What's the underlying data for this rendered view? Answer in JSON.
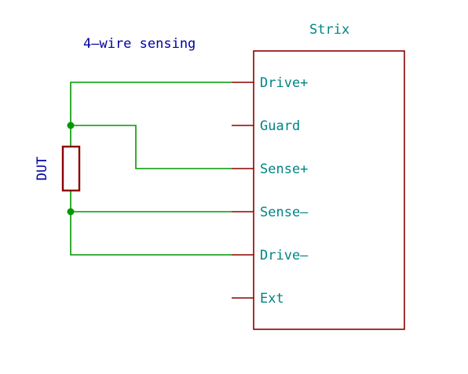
{
  "diagram": {
    "title": "4—wire sensing",
    "device": {
      "name": "Strix",
      "pins": [
        {
          "label": "Drive+"
        },
        {
          "label": "Guard"
        },
        {
          "label": "Sense+"
        },
        {
          "label": "Sense—"
        },
        {
          "label": "Drive—"
        },
        {
          "label": "Ext"
        }
      ]
    },
    "dut": {
      "label": "DUT"
    },
    "colors": {
      "wire": "#009900",
      "component": "#8b0000",
      "pin_text": "#008484",
      "annotation_text": "#0000a0",
      "background": "#ffffff"
    }
  }
}
